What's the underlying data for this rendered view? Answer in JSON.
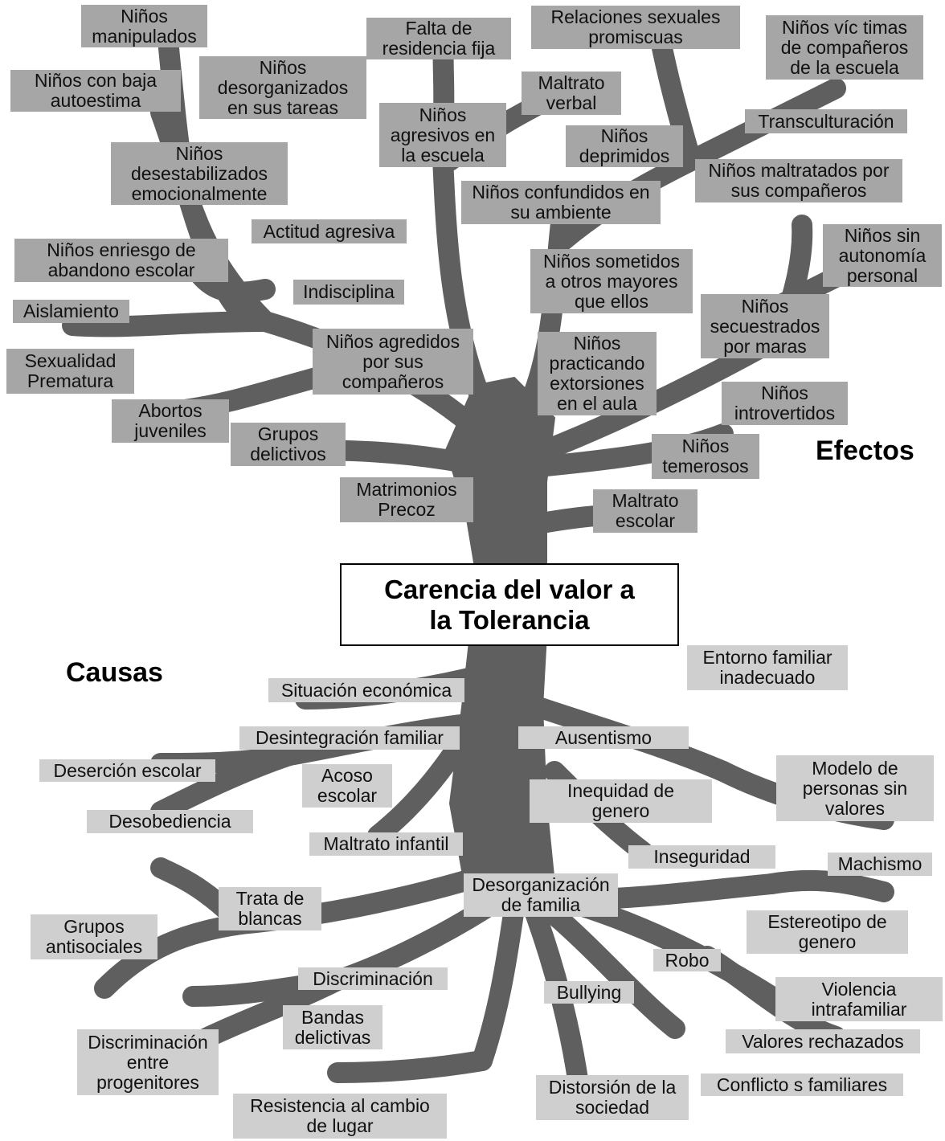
{
  "center": "Carencia del valor a\nla Tolerancia",
  "headings": {
    "effects": "Efectos",
    "causes": "Causas"
  },
  "colors": {
    "trunk": "#5f5f5f",
    "effect_box": "#a6a6a6",
    "cause_box": "#cfcfcf"
  },
  "effects": [
    "Niños\nmanipulados",
    "Niños con baja\nautoestima",
    "Niños\ndesorganizados\nen sus tareas",
    "Niños\ndesestabilizados\nemocionalmente",
    "Falta de\nresidencia fija",
    "Niños\nagresivos en\nla escuela",
    "Maltrato\nverbal",
    "Relaciones sexuales\npromiscuas",
    "Niños víc timas\nde compañeros\nde la escuela",
    "Transculturación",
    "Niños\ndeprimidos",
    "Niños maltratados por\nsus compañeros",
    "Niños confundidos en\nsu ambiente",
    "Actitud agresiva",
    "Niños enriesgo de\nabandono escolar",
    "Indisciplina",
    "Aislamiento",
    "Sexualidad\nPrematura",
    "Niños agredidos\npor sus\ncompañeros",
    "Abortos\njuveniles",
    "Niños sometidos\na otros mayores\nque ellos",
    "Niños sin\nautonomía\npersonal",
    "Niños\nsecuestrados\npor maras",
    "Niños\npracticando\nextorsiones\nen el aula",
    "Niños\nintrovertidos",
    "Grupos\ndelictivos",
    "Niños\ntemerosos",
    "Matrimonios\nPrecoz",
    "Maltrato\nescolar"
  ],
  "causes": [
    "Entorno familiar\ninadecuado",
    "Situación económica",
    "Desintegración familiar",
    "Ausentismo",
    "Deserción escolar",
    "Acoso\nescolar",
    "Modelo de\npersonas sin\nvalores",
    "Inequidad de\ngenero",
    "Desobediencia",
    "Maltrato infantil",
    "Inseguridad",
    "Machismo",
    "Trata de\nblancas",
    "Desorganización\nde  familia",
    "Grupos\nantisociales",
    "Estereotipo de\ngenero",
    "Robo",
    "Discriminación",
    "Bullying",
    "Violencia\nintrafamiliar",
    "Bandas\ndelictivas",
    "Valores  rechazados",
    "Discriminación\nentre\nprogenitores",
    "Conflicto s familiares",
    "Distorsión de la\nsociedad",
    "Resistencia al cambio\nde lugar"
  ]
}
